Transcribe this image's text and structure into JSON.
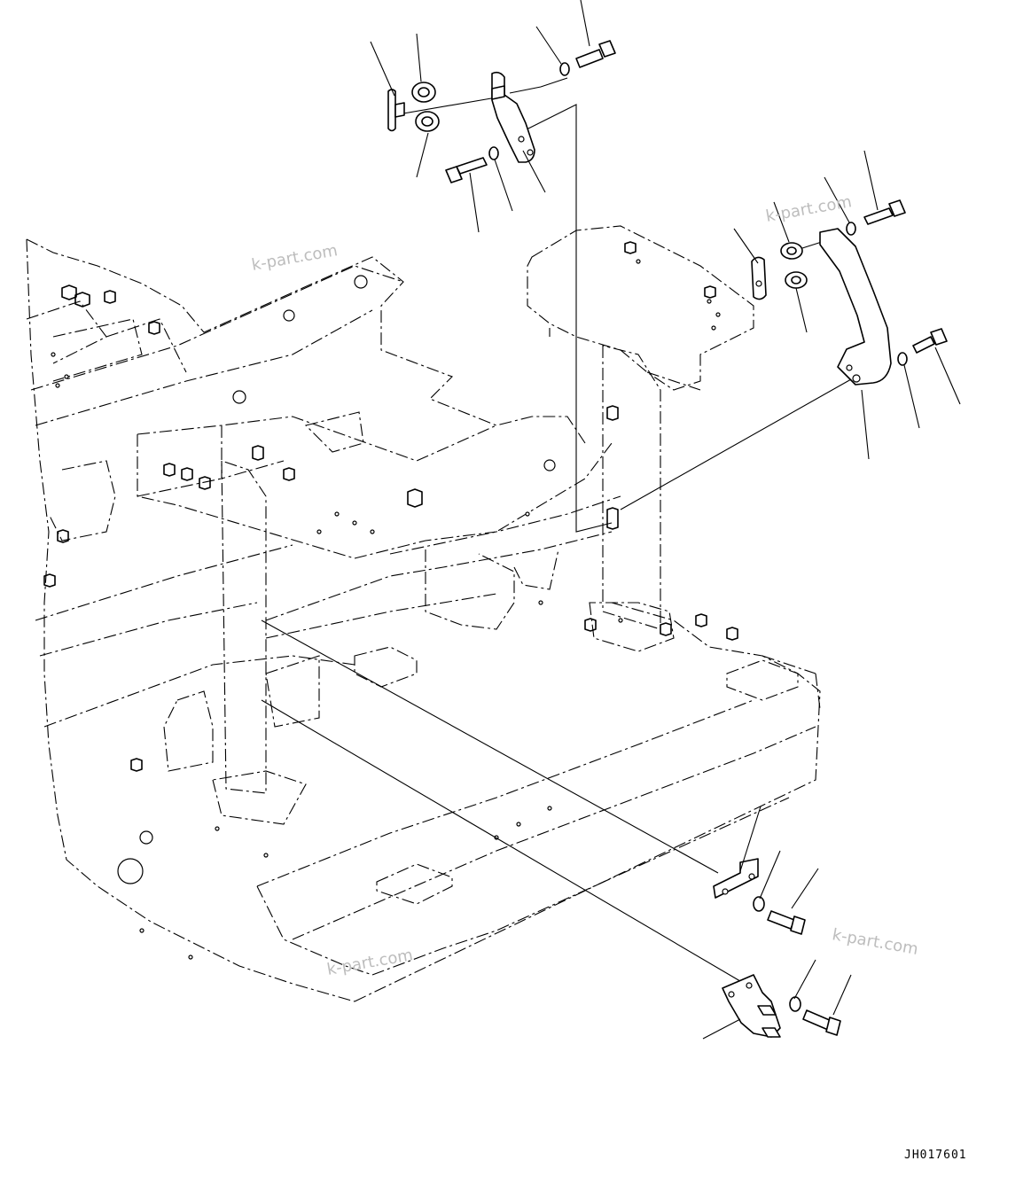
{
  "watermarks": [
    "k-part.com",
    "k-part.com",
    "k-part.com",
    "k-part.com"
  ],
  "drawing_code": "JH017601",
  "icons": {
    "bracket_upper_left": "mounting-bracket",
    "bracket_upper_right": "mounting-bracket",
    "bracket_lower": "mounting-bracket",
    "bolt": "hex-bolt",
    "washer": "washer",
    "bushing": "cushion-bushing"
  }
}
